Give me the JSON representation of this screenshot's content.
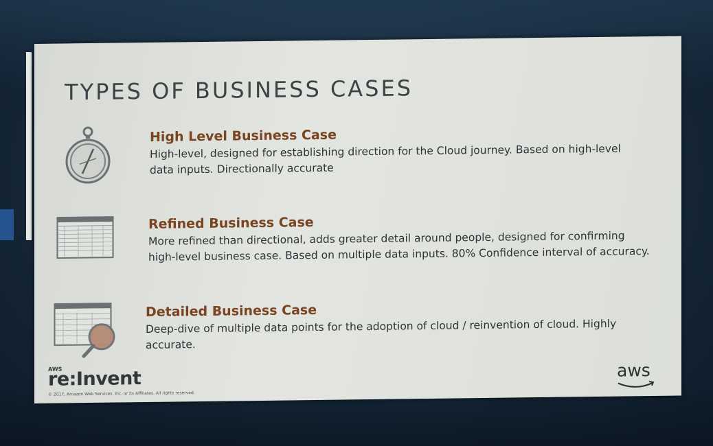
{
  "slide": {
    "title": "TYPES OF BUSINESS CASES",
    "cases": [
      {
        "title": "High Level Business Case",
        "description": "High-level, designed for establishing direction for the Cloud journey. Based on high-level data inputs. Directionally accurate",
        "icon": "compass-icon"
      },
      {
        "title": "Refined Business Case",
        "description": "More refined than directional, adds greater detail around people, designed for confirming high-level business case. Based on multiple data inputs. 80% Confidence interval of accuracy.",
        "icon": "spreadsheet-icon"
      },
      {
        "title": "Detailed Business Case",
        "description": "Deep-dive of multiple data points for the adoption of cloud / reinvention of cloud. Highly accurate.",
        "icon": "spreadsheet-magnifier-icon"
      }
    ],
    "footer": {
      "event_prefix": "AWS",
      "event_logo": "re:Invent",
      "copyright": "© 2017, Amazon Web Services, Inc. or its Affiliates. All rights reserved.",
      "brand_logo": "aws"
    }
  },
  "colors": {
    "case_title": "#7a4421",
    "slide_background": "#dfe1dc",
    "room_background": "#16283a"
  }
}
